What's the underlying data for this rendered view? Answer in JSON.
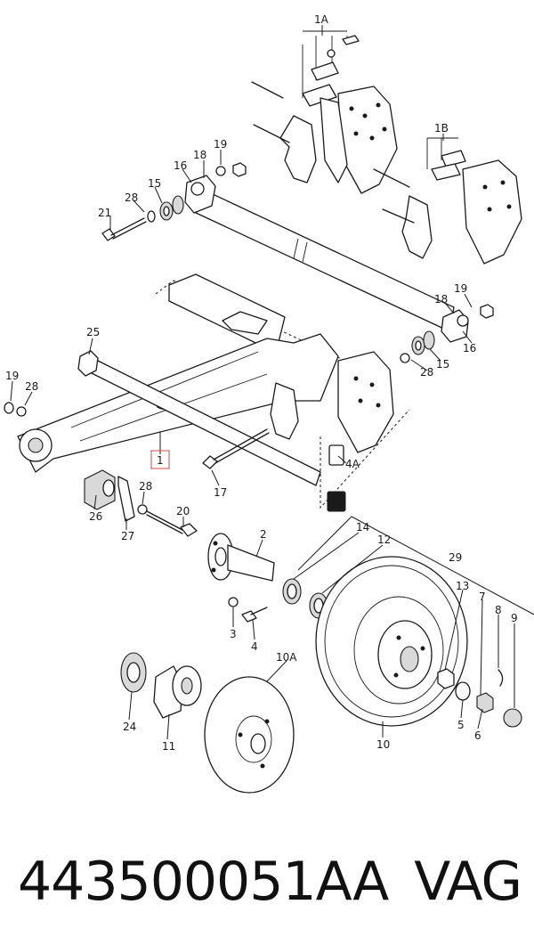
{
  "diagram": {
    "callouts": {
      "c1": "1",
      "c1A": "1A",
      "c1B": "1B",
      "c2": "2",
      "c3": "3",
      "c4": "4",
      "c4A": "4A",
      "c5": "5",
      "c6": "6",
      "c7": "7",
      "c8": "8",
      "c9": "9",
      "c10": "10",
      "c10A": "10A",
      "c11": "11",
      "c12": "12",
      "c13": "13",
      "c14": "14",
      "c15a": "15",
      "c15b": "15",
      "c16a": "16",
      "c16b": "16",
      "c17": "17",
      "c18a": "18",
      "c18b": "18",
      "c19a": "19",
      "c19b": "19",
      "c19c": "19",
      "c20": "20",
      "c21": "21",
      "c24": "24",
      "c25": "25",
      "c26": "26",
      "c27": "27",
      "c28a": "28",
      "c28b": "28",
      "c28c": "28",
      "c28d": "28",
      "c29": "29"
    }
  },
  "footer": {
    "part_number": "443500051AA",
    "brand": "VAG"
  }
}
